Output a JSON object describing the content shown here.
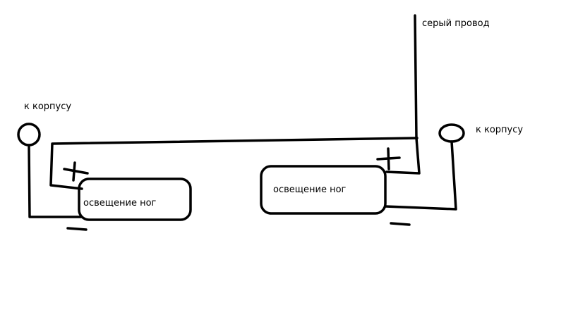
{
  "labels": {
    "gray_wire": "серый провод",
    "ground_left": "к корпусу",
    "ground_right": "к корпусу",
    "lamp_left": "освещение ног",
    "lamp_right": "освещение ног"
  },
  "colors": {
    "stroke": "#000000",
    "background": "#ffffff"
  }
}
